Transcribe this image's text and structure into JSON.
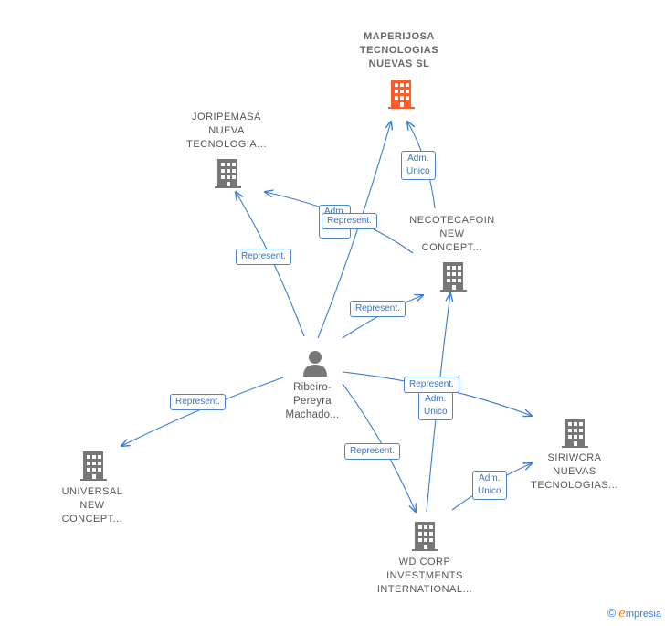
{
  "nodes": {
    "maperijosa": {
      "lines": [
        "MAPERIJOSA",
        "TECNOLOGIAS",
        "NUEVAS  SL"
      ]
    },
    "joripemasa": {
      "lines": [
        "JORIPEMASA",
        "NUEVA",
        "TECNOLOGIA..."
      ]
    },
    "necotecafoin": {
      "lines": [
        "NECOTECAFOIN",
        "NEW",
        "CONCEPT..."
      ]
    },
    "person": {
      "lines": [
        "Ribeiro-",
        "Pereyra",
        "Machado..."
      ]
    },
    "universal": {
      "lines": [
        "UNIVERSAL",
        "NEW",
        "CONCEPT..."
      ]
    },
    "siriwcra": {
      "lines": [
        "SIRIWCRA",
        "NUEVAS",
        "TECNOLOGIAS..."
      ]
    },
    "wdcorp": {
      "lines": [
        "WD CORP",
        "INVESTMENTS",
        "INTERNATIONAL..."
      ]
    }
  },
  "edge_labels": {
    "adm_unico_necote_maper": [
      "Adm.",
      "Unico"
    ],
    "represent_person_joripemasa": [
      "Represent."
    ],
    "represent_hidden_adm": [
      "Adm."
    ],
    "represent_person_maper": [
      "Represent."
    ],
    "represent_person_necote": [
      "Represent."
    ],
    "represent_person_siriwcra": [
      "Represent."
    ],
    "adm_unico_wd_necote": [
      "Adm.",
      "Unico"
    ],
    "represent_person_universal": [
      "Represent."
    ],
    "represent_person_wd": [
      "Represent."
    ],
    "adm_unico_wd_siriwcra": [
      "Adm.",
      "Unico"
    ]
  },
  "colors": {
    "focus_icon": "#ff5a2a",
    "company_icon": "#777777",
    "person_icon": "#777777",
    "edge": "#3a7bd5"
  },
  "icons": {
    "company": "building-icon",
    "person": "person-icon"
  },
  "footer": {
    "copyright": "©",
    "brand_initial": "e",
    "brand_rest": "mpresia"
  }
}
